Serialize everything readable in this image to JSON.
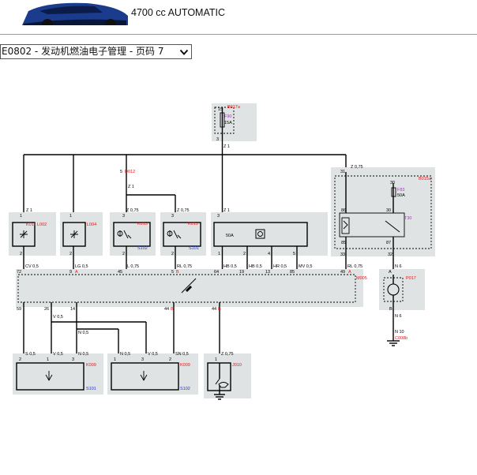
{
  "header": {
    "engine_title": "4700 cc AUTOMATIC",
    "diagram_selector": "E0802 - 发动机燃油电子管理 - 页码 7"
  },
  "fuse_box_top": {
    "ref": "B017a",
    "fuse": "F90",
    "rating": "15A",
    "pin_top": "15",
    "pin_bottom": "3",
    "wire": "Z 1"
  },
  "splice": {
    "ref": "D012",
    "pin": "5"
  },
  "relay_box": {
    "ref": "B015a",
    "fuse": "F83",
    "rating": "50A",
    "pin_fuse": "30",
    "relay": "T30",
    "pins": [
      "86",
      "30",
      "85",
      "87"
    ],
    "wire_in": "Z 0,75",
    "pin_in": "31",
    "pin_out_left": "33",
    "pin_out_right": "32"
  },
  "components": [
    {
      "ref": "K011",
      "ref2": "L002",
      "pin_top": "1",
      "pin_bot": "2",
      "wire_top": "Z 1",
      "wire_bot": "CV 0,5",
      "ecu_pin": "72"
    },
    {
      "ref": "L004",
      "pin_top": "1",
      "pin_bot": "2",
      "wire_bot": "LG 0,5",
      "ecu_pin": "9",
      "ecu_letter": "A"
    },
    {
      "ref": "K013",
      "pin_top": "3",
      "pin_bot": "2",
      "wire_top": "Z 0,75",
      "wire_bot": "L 0,75",
      "ecu_pin": "45",
      "code": "S102"
    },
    {
      "ref": "K013",
      "pin_top": "3",
      "pin_bot": "2",
      "wire_top": "Z 0,75",
      "wire_bot": "RL 0,75",
      "ecu_pin": "5",
      "ecu_letter": "B",
      "code": "S101"
    },
    {
      "ref": "",
      "pin_top": "3",
      "rating": "50A",
      "wire_top": "Z 1",
      "bottom_pins": [
        "1",
        "2",
        "4",
        "5"
      ],
      "bottom_wires": [
        "HB 0,5",
        "HB 0,5",
        "HR 0,5",
        "MV 0,5"
      ],
      "ecu_pins": [
        "64",
        "19",
        "13",
        "85"
      ]
    }
  ],
  "ecu": {
    "ref": "M005",
    "pin_right": "49",
    "letter_right": "A",
    "wire_right": "RL 0,75",
    "bottom_pins": [
      "59",
      "26",
      "14",
      "44",
      "44"
    ],
    "bottom_letters": [
      "",
      "",
      "",
      "B",
      "B"
    ]
  },
  "motor": {
    "ref": "P017",
    "pin_top": "A",
    "pin_bot": "B",
    "wire_top": "N 6",
    "wire_bot": "N 6"
  },
  "ground": {
    "ref": "C008b",
    "wire": "N 10"
  },
  "lower_sensors": [
    {
      "ref": "K009",
      "pin_a": "2",
      "pin_b": "1",
      "pin_c": "3",
      "wire_a": "S 0,5",
      "wire_b": "V 0,5",
      "wire_c": "N 0,5",
      "code": "S101"
    },
    {
      "ref": "K009",
      "pin_a": "1",
      "pin_b": "3",
      "pin_c": "2",
      "wire_a": "N 0,5",
      "wire_b": "V 0,5",
      "wire_c": "SN 0,5",
      "code": "S102"
    }
  ],
  "mid_wires": {
    "v": "V 0,5",
    "n": "N 0,5"
  },
  "switch": {
    "ref": "J010",
    "pin": "1",
    "wire": "Z 0,75"
  },
  "colors": {
    "ref_red": "#e8141a",
    "code_blue": "#2233cc",
    "relay_violet": "#aa33cc",
    "box_gray": "#e0e3e3",
    "line": "#000000"
  }
}
